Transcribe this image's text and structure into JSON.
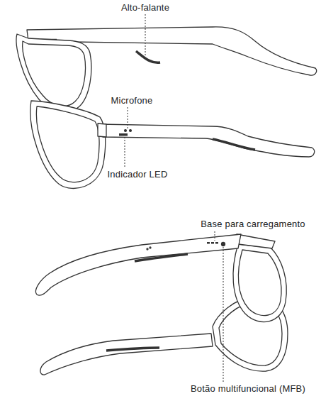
{
  "diagram": {
    "labels": [
      "Alto-falante",
      "Microfone",
      "Indicador LED",
      "Base para carregamento",
      "Botão multifuncional (MFB)"
    ]
  }
}
